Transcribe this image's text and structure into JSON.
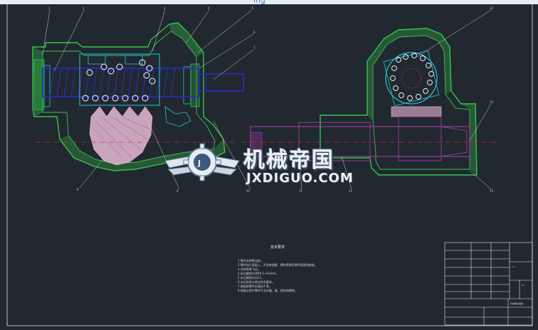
{
  "top_link": "ing",
  "watermark": {
    "brand_cn": "机械帝国",
    "brand_en": "JXDIGUO.COM"
  },
  "notes": {
    "title": "技术要求",
    "lines": [
      "1.零件去除氧化皮。",
      "2.零件加工表面上，不应有划痕、擦伤等损伤零件表面的缺陷。",
      "3.去除毛刺飞边。",
      "4.未注圆角半径R0.5~R1mm。",
      "5.未注倒角均为C1。",
      "6.未注形状公差应符合要求。",
      "7.装配前零件应清洗干净。",
      "8.装配过程中零件不允许磕、碰、划伤和锈蚀。"
    ]
  },
  "balloons": [
    "1",
    "2",
    "3",
    "4",
    "5",
    "6",
    "7",
    "8",
    "9",
    "10",
    "11",
    "12",
    "13",
    "14",
    "15"
  ],
  "title_block": {
    "drawing_title": "转向器总装图",
    "scale": "1:1",
    "sheet": "A2"
  },
  "colors": {
    "background": "#212830",
    "housing": "#35c64a",
    "hatch": "#e7b8d6",
    "worm": "#2b2cc4",
    "cyan": "#25c7d6",
    "magenta": "#b03fae",
    "centerline": "#d23131",
    "frame": "#e6e6e6"
  }
}
